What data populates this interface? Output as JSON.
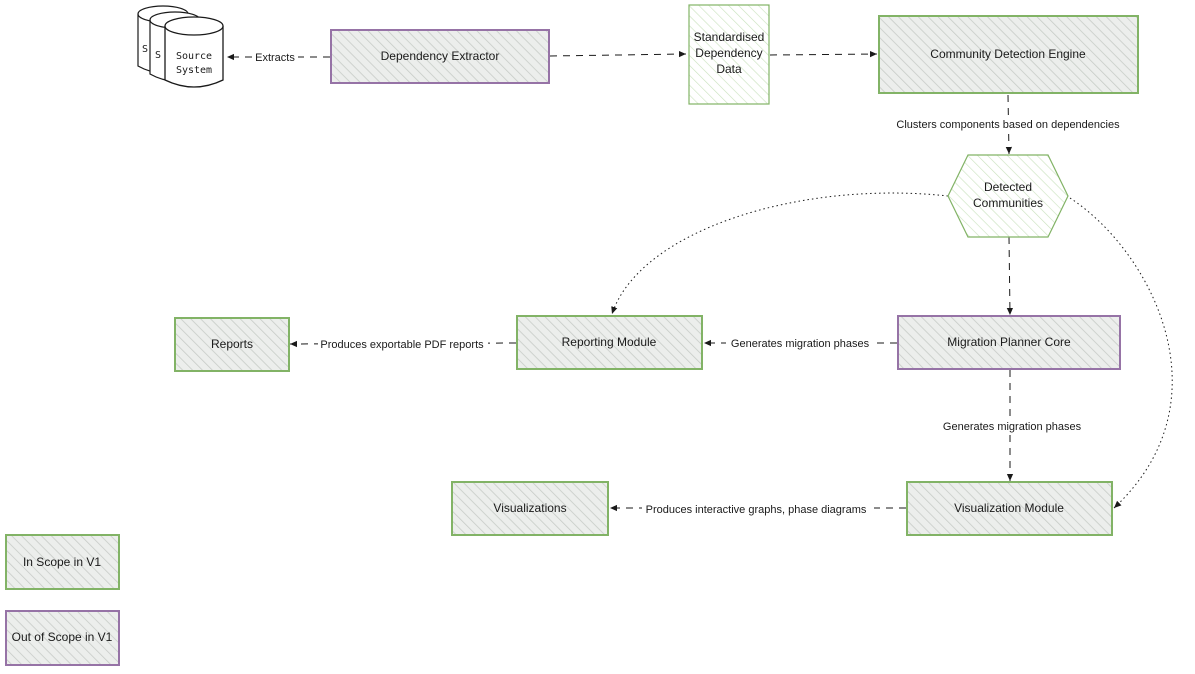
{
  "colors": {
    "in_scope_stroke": "#82b366",
    "out_scope_stroke": "#9673a6",
    "fill": "#e6e9e6",
    "hatch": "#c5cac5",
    "line": "#1a1a1a"
  },
  "nodes": {
    "source": {
      "line1": "Source",
      "line2": "System",
      "back_char": "S"
    },
    "extractor": {
      "label": "Dependency Extractor"
    },
    "std_data": {
      "line1": "Standardised",
      "line2": "Dependency",
      "line3": "Data"
    },
    "community_engine": {
      "label": "Community Detection Engine"
    },
    "detected": {
      "line1": "Detected",
      "line2": "Communities"
    },
    "planner": {
      "label": "Migration Planner Core"
    },
    "reporting": {
      "label": "Reporting Module"
    },
    "reports": {
      "label": "Reports"
    },
    "vis_module": {
      "label": "Visualization Module"
    },
    "visualizations": {
      "label": "Visualizations"
    }
  },
  "edges": {
    "extracts": "Extracts",
    "clusters": "Clusters components based on dependencies",
    "planner_to_reporting": "Generates migration phases",
    "planner_to_vis": "Generates migration phases",
    "reporting_to_reports": "Produces exportable PDF reports",
    "vis_to_visualizations": "Produces interactive graphs, phase diagrams"
  },
  "legend": {
    "in_scope": "In Scope in V1",
    "out_scope": "Out of Scope in V1"
  }
}
